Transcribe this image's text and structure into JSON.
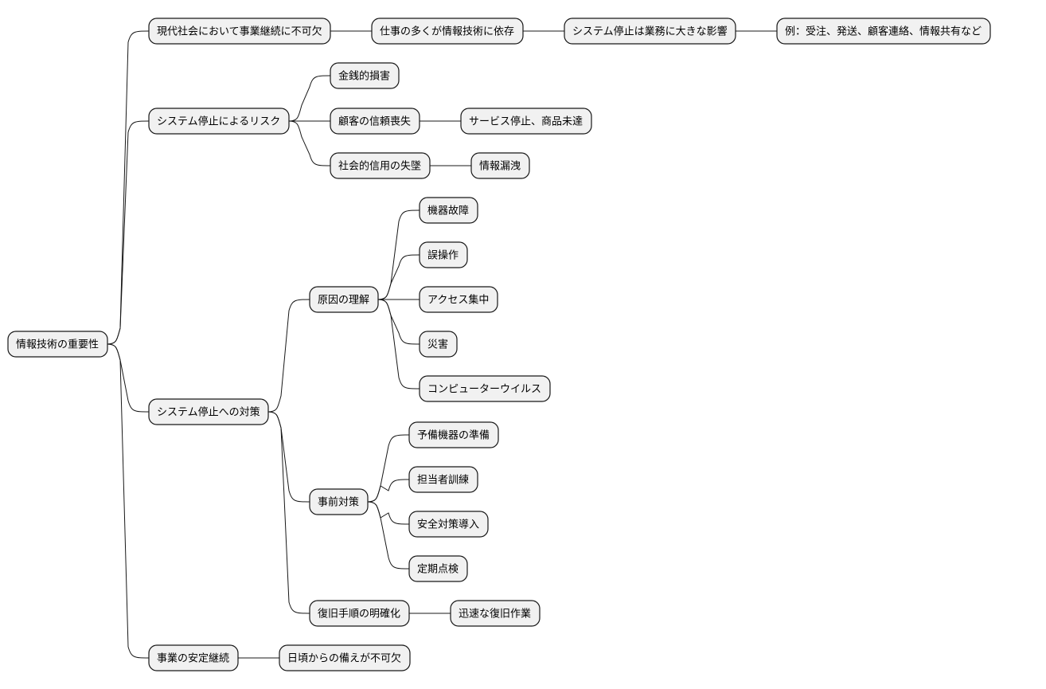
{
  "root": {
    "label": "情報技術の重要性",
    "children": [
      {
        "label": "現代社会において事業継続に不可欠",
        "children": [
          {
            "label": "仕事の多くが情報技術に依存",
            "children": [
              {
                "label": "システム停止は業務に大きな影響",
                "children": [
                  {
                    "label": "例：受注、発送、顧客連絡、情報共有など",
                    "children": []
                  }
                ]
              }
            ]
          }
        ]
      },
      {
        "label": "システム停止によるリスク",
        "children": [
          {
            "label": "金銭的損害",
            "children": []
          },
          {
            "label": "顧客の信頼喪失",
            "children": [
              {
                "label": "サービス停止、商品未達",
                "children": []
              }
            ]
          },
          {
            "label": "社会的信用の失墜",
            "children": [
              {
                "label": "情報漏洩",
                "children": []
              }
            ]
          }
        ]
      },
      {
        "label": "システム停止への対策",
        "children": [
          {
            "label": "原因の理解",
            "children": [
              {
                "label": "機器故障",
                "children": []
              },
              {
                "label": "誤操作",
                "children": []
              },
              {
                "label": "アクセス集中",
                "children": []
              },
              {
                "label": "災害",
                "children": []
              },
              {
                "label": "コンピューターウイルス",
                "children": []
              }
            ]
          },
          {
            "label": "事前対策",
            "children": [
              {
                "label": "予備機器の準備",
                "children": []
              },
              {
                "label": "担当者訓練",
                "children": []
              },
              {
                "label": "安全対策導入",
                "children": []
              },
              {
                "label": "定期点検",
                "children": []
              }
            ]
          },
          {
            "label": "復旧手順の明確化",
            "children": [
              {
                "label": "迅速な復旧作業",
                "children": []
              }
            ]
          }
        ]
      },
      {
        "label": "事業の安定継続",
        "children": [
          {
            "label": "日頃からの備えが不可欠",
            "children": []
          }
        ]
      }
    ]
  }
}
